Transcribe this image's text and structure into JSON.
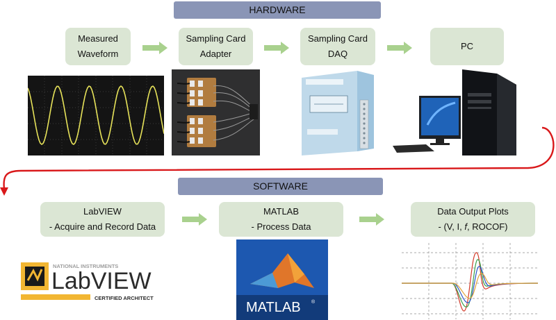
{
  "hardware": {
    "title": "HARDWARE",
    "boxes": [
      {
        "label": "Measured\nWaveform"
      },
      {
        "label": "Sampling Card\nAdapter"
      },
      {
        "label": "Sampling Card\nDAQ"
      },
      {
        "label": "PC"
      }
    ]
  },
  "software": {
    "title": "SOFTWARE",
    "labview_title": "LabVIEW",
    "labview_sub": "- Acquire and Record Data",
    "matlab_title": "MATLAB",
    "matlab_sub": "- Process Data",
    "plots_title": "Data Output Plots",
    "plots_sub_a": "- (V, I, ",
    "plots_sub_f": "f",
    "plots_sub_b": ", ROCOF)"
  },
  "logos": {
    "labview_company": "NATIONAL INSTRUMENTS",
    "labview_name": "LabVIEW",
    "labview_cert": "CERTIFIED ARCHITECT",
    "matlab_name": "MATLAB",
    "matlab_reg": "®"
  },
  "colors": {
    "banner": "#8a95b6",
    "box": "#dbe6d4",
    "arrow": "#a9d18e",
    "connector": "#d9181a"
  }
}
